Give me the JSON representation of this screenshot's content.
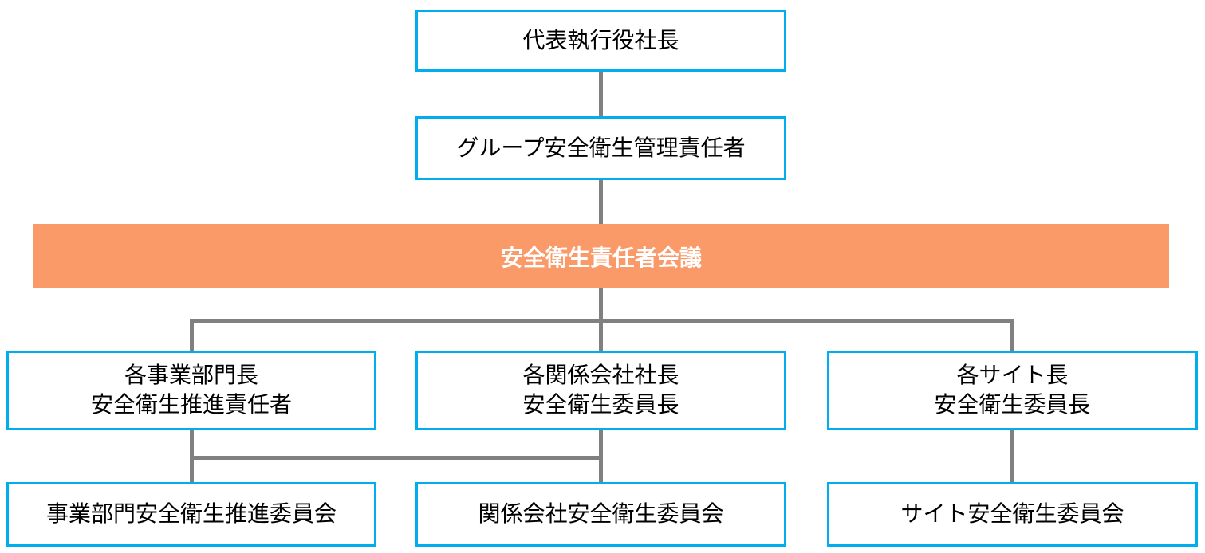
{
  "diagram": {
    "type": "org-chart",
    "nodes": {
      "president": {
        "label": "代表執行役社長"
      },
      "group_manager": {
        "label": "グループ安全衛生管理責任者"
      },
      "council": {
        "label": "安全衛生責任者会議"
      },
      "division_head": {
        "line1": "各事業部門長",
        "line2": "安全衛生推進責任者"
      },
      "affiliate_president": {
        "line1": "各関係会社社長",
        "line2": "安全衛生委員長"
      },
      "site_head": {
        "line1": "各サイト長",
        "line2": "安全衛生委員長"
      },
      "division_committee": {
        "label": "事業部門安全衛生推進委員会"
      },
      "affiliate_committee": {
        "label": "関係会社安全衛生委員会"
      },
      "site_committee": {
        "label": "サイト安全衛生委員会"
      }
    },
    "colors": {
      "box_border": "#00AEEF",
      "box_background": "#FFFFFF",
      "box_text": "#000000",
      "banner_background": "#FA9A68",
      "banner_text": "#FFFFFF",
      "connector_line": "#808080"
    }
  }
}
